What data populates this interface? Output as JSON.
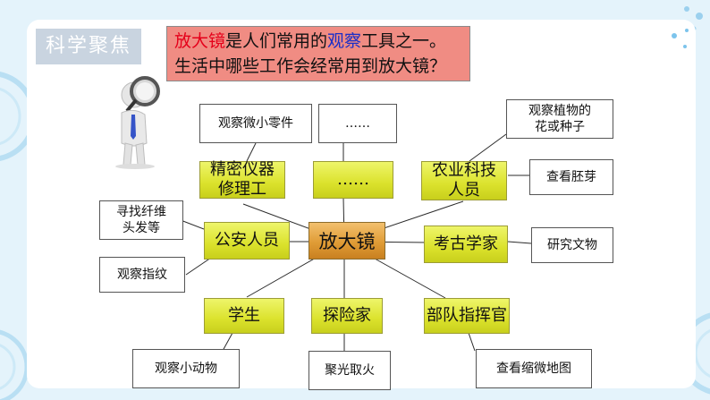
{
  "header": {
    "tag": "科学聚焦"
  },
  "question": {
    "line1_red": "放大镜",
    "line1_mid": "是人们常用的",
    "line1_blue": "观察",
    "line1_end": "工具之一。",
    "line2": "生活中哪些工作会经常用到放大镜？"
  },
  "diagram": {
    "center": "放大镜",
    "categories": {
      "precision": [
        "精密仪器",
        "修理工"
      ],
      "etc_mid": "……",
      "agri": [
        "农业科技",
        "人员"
      ],
      "police": "公安人员",
      "archae": "考古学家",
      "student": "学生",
      "explorer": "探险家",
      "army": "部队指挥官"
    },
    "uses": {
      "parts": "观察微小零件",
      "etc_top": "……",
      "plant": [
        "观察植物的",
        "花或种子"
      ],
      "embryo": "查看胚芽",
      "fiber": [
        "寻找纤维",
        "头发等"
      ],
      "relic": "研究文物",
      "fingerprint": "观察指纹",
      "animal": "观察小动物",
      "fire": "聚光取火",
      "map": "查看缩微地图"
    }
  },
  "colors": {
    "background": "#e4f3fb",
    "question_fill": "#f08c83",
    "yellow": "#dbe22c",
    "orange": "#e09c36"
  },
  "icons": {
    "figure": "magnifier-person-icon"
  }
}
